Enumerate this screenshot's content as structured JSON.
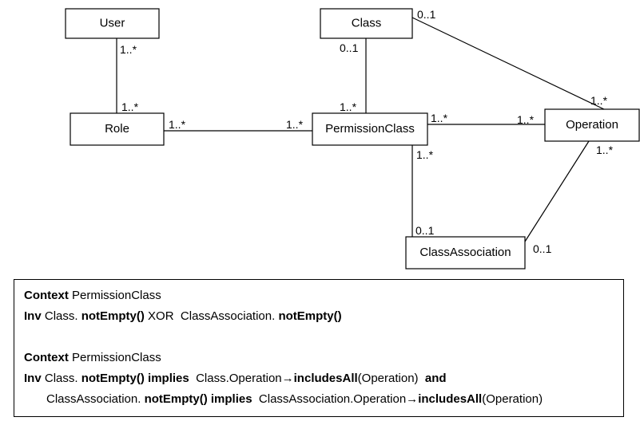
{
  "classes": {
    "user": "User",
    "class": "Class",
    "role": "Role",
    "permission_class": "PermissionClass",
    "operation": "Operation",
    "class_association": "ClassAssociation"
  },
  "multiplicities": {
    "user_role_user_end": "1..*",
    "user_role_role_end": "1..*",
    "class_perm_class_end": "0..1",
    "class_perm_perm_end": "1..*",
    "class_op_class_end": "0..1",
    "class_op_op_end": "1..*",
    "role_perm_role_end": "1..*",
    "role_perm_perm_end": "1..*",
    "perm_op_perm_end": "1..*",
    "perm_op_op_end": "1..*",
    "perm_assoc_perm_end": "1..*",
    "perm_assoc_assoc_end": "0..1",
    "op_assoc_op_end": "1..*",
    "op_assoc_assoc_end": "0..1"
  },
  "constraints": {
    "c1": {
      "kw_context": "Context",
      "context_name": "PermissionClass",
      "kw_inv": "Inv",
      "class_ref": "Class.",
      "not_empty_1": "notEmpty()",
      "xor": "XOR",
      "assoc_ref": "ClassAssociation.",
      "not_empty_2": "notEmpty()"
    },
    "c2": {
      "kw_context": "Context",
      "context_name": "PermissionClass",
      "kw_inv": "Inv",
      "class_ref": "Class.",
      "not_empty_1": "notEmpty()",
      "implies_1": "implies",
      "class_op": "Class.Operation→",
      "includes_all_1": "includesAll",
      "arg_1": "(Operation)",
      "and": "and",
      "assoc_ref": "ClassAssociation.",
      "not_empty_2": "notEmpty()",
      "implies_2": "implies",
      "assoc_op": "ClassAssociation.Operation→",
      "includes_all_2": "includesAll",
      "arg_2": "(Operation)"
    }
  }
}
